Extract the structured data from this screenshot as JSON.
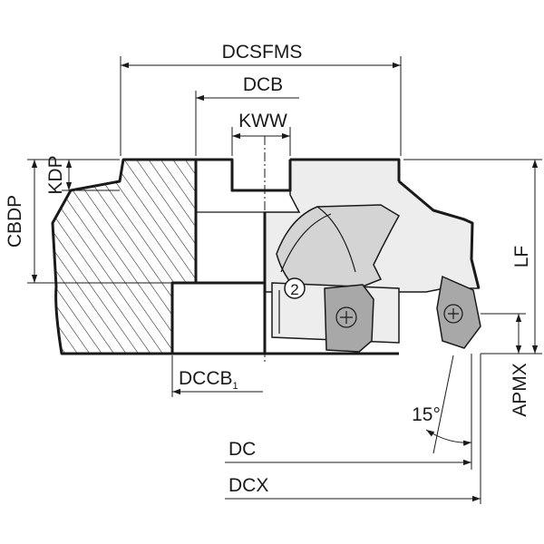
{
  "dimensions": {
    "dcsfms": "DCSFMS",
    "dcb": "DCB",
    "kww": "KWW",
    "kdp": "KDP",
    "cbdp": "CBDP",
    "lf": "LF",
    "dccb": "DCCB",
    "dccb_sub": "1",
    "apmx": "APMX",
    "dc": "DC",
    "dcx": "DCX",
    "angle": "15°"
  },
  "insert_marker": "2",
  "colors": {
    "ink": "#1a1a1a",
    "body_light": "#ededed",
    "body_mid": "#d4d4d4",
    "insert": "#a8a8a8"
  },
  "icons": [
    "torx-screw-icon",
    "insert-position-marker-icon"
  ]
}
